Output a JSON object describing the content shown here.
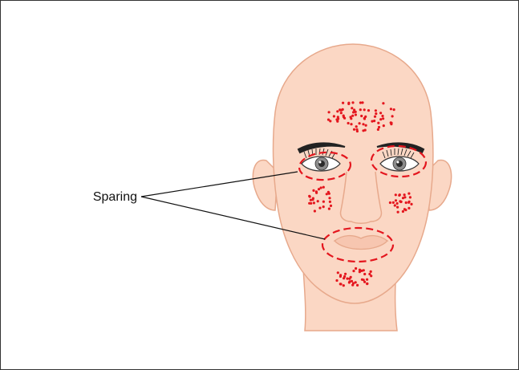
{
  "diagram": {
    "label": "Sparing"
  },
  "colors": {
    "skin": "#fbd7c4",
    "skin_outline": "#e7a98c",
    "lesion_red": "#e4161e",
    "leader_line": "#111111",
    "brow": "#222222"
  },
  "icons": [
    "face-illustration",
    "eye-icon",
    "lesion-dots"
  ]
}
